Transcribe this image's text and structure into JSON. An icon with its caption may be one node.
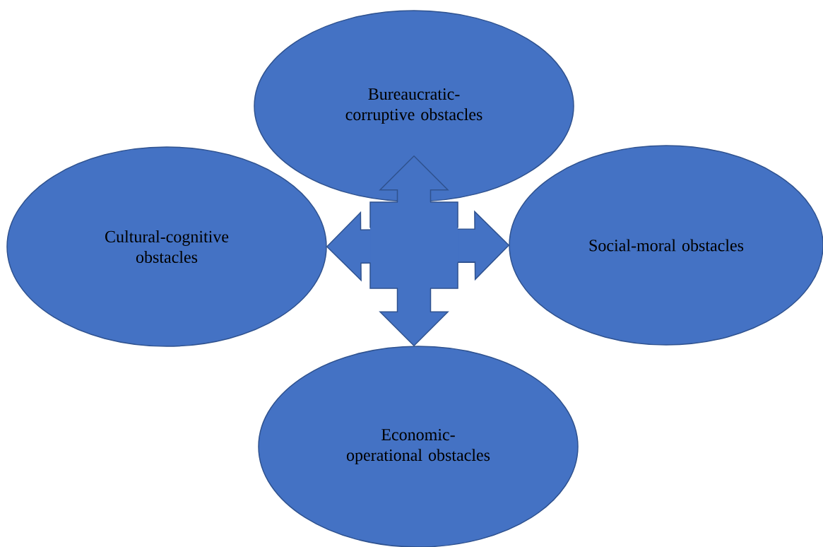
{
  "diagram": {
    "nodes": [
      {
        "text": [
          "Bureaucratic- corruptive obstacles"
        ]
      },
      {
        "text": [
          "Cultural-cognitive obstacles"
        ]
      },
      {
        "text": [
          "Social-moral obstacles"
        ]
      },
      {
        "text": [
          "Economic- operational obstacles"
        ]
      }
    ],
    "edges": [
      {
        "from": 1,
        "to": 2,
        "arrow": "both"
      },
      {
        "from": 0,
        "to": 3,
        "arrow": "both"
      }
    ]
  }
}
